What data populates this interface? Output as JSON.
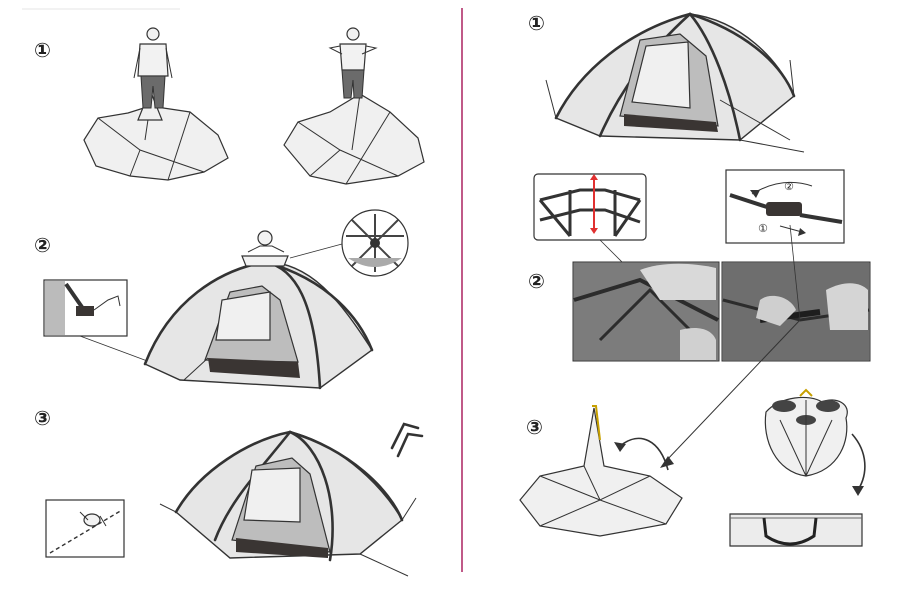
{
  "left_panel": {
    "steps": [
      {
        "number": "①"
      },
      {
        "number": "②"
      },
      {
        "number": "③"
      }
    ]
  },
  "right_panel": {
    "steps": [
      {
        "number": "①"
      },
      {
        "number": "②"
      },
      {
        "number": "③"
      }
    ],
    "callout_labels": [
      "②",
      "①"
    ]
  },
  "colors": {
    "divider": "#b0306a",
    "outline": "#333333",
    "tent_fill": "#e6e6e6",
    "floor": "#3a3533",
    "arrow_red": "#e03030"
  }
}
